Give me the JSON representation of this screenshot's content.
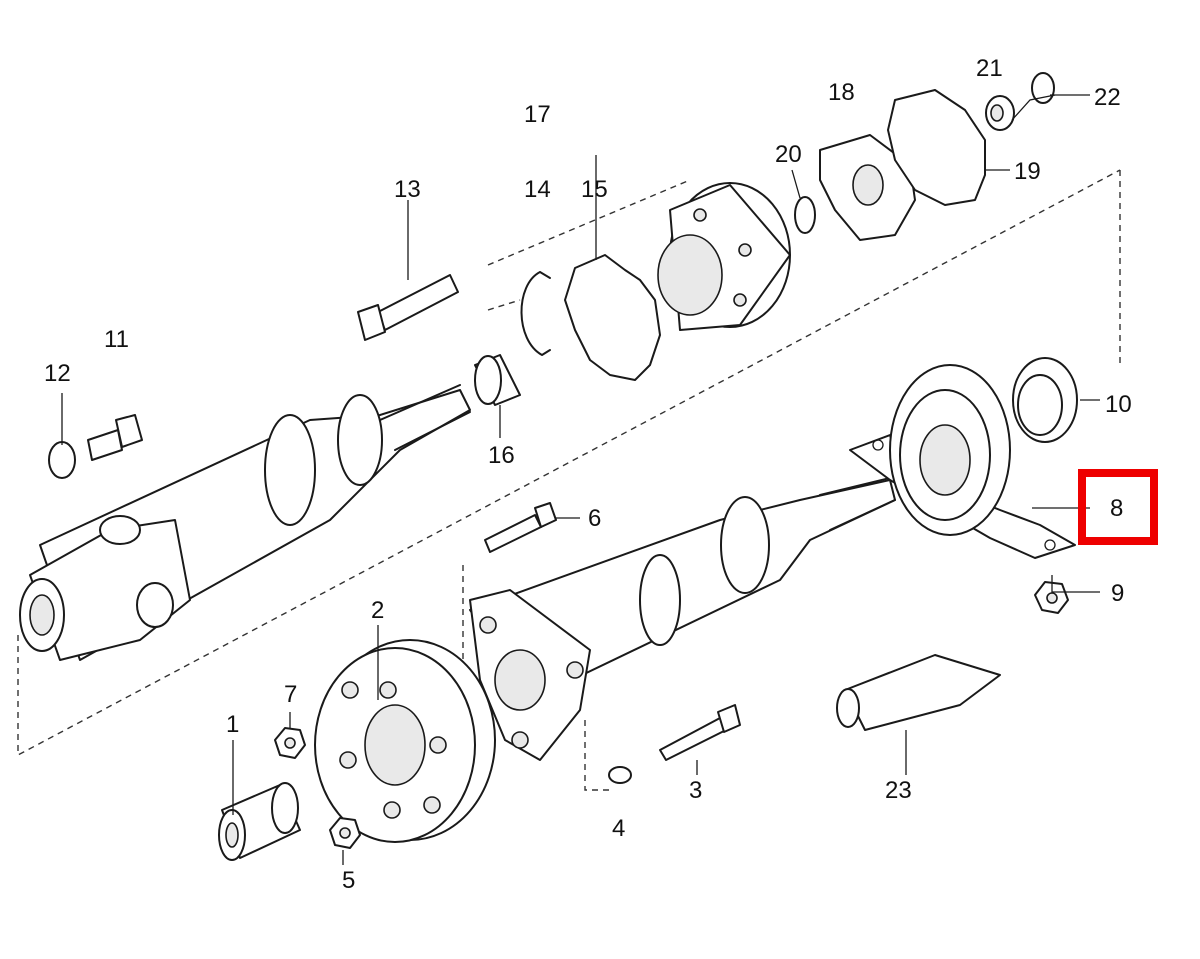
{
  "labels": {
    "n1": "1",
    "n2": "2",
    "n3": "3",
    "n4": "4",
    "n5": "5",
    "n6": "6",
    "n7": "7",
    "n8": "8",
    "n9": "9",
    "n10": "10",
    "n11": "11",
    "n12": "12",
    "n13": "13",
    "n14": "14",
    "n15": "15",
    "n16": "16",
    "n17": "17",
    "n18": "18",
    "n19": "19",
    "n20": "20",
    "n21": "21",
    "n22": "22",
    "n23": "23"
  },
  "highlight": {
    "label": "8",
    "color": "#ee0000"
  }
}
